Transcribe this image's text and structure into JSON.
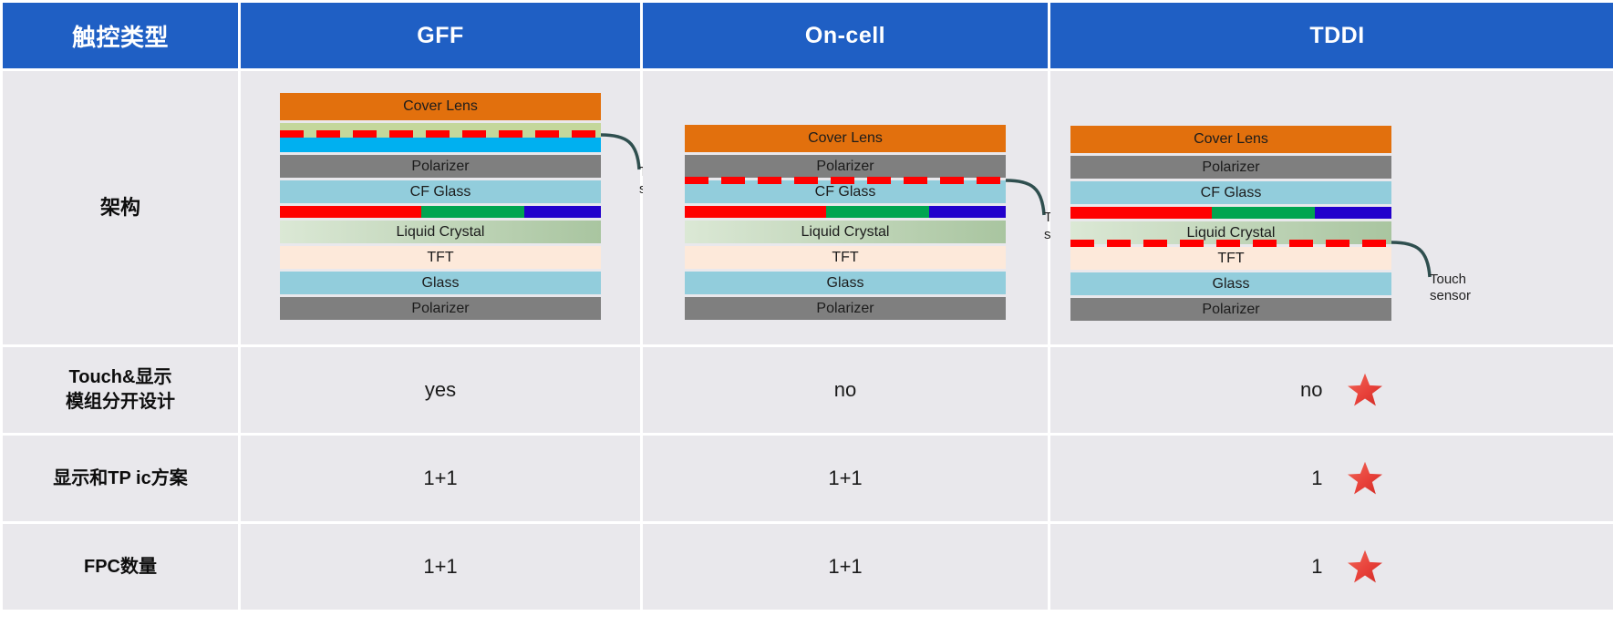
{
  "table": {
    "columns": [
      {
        "id": "rowhead",
        "label": "触控类型",
        "lang": "cn"
      },
      {
        "id": "gff",
        "label": "GFF",
        "lang": "en"
      },
      {
        "id": "oncell",
        "label": "On-cell",
        "lang": "en"
      },
      {
        "id": "tddi",
        "label": "TDDI",
        "lang": "en"
      }
    ],
    "rows": [
      {
        "id": "architecture",
        "label": "架构",
        "type": "diagram"
      },
      {
        "id": "separate-module-design",
        "label_line1": "Touch&显示",
        "label_line2": "模组分开设计",
        "type": "value",
        "values": {
          "gff": "yes",
          "oncell": "no",
          "tddi": "no"
        },
        "star": {
          "gff": false,
          "oncell": false,
          "tddi": true
        }
      },
      {
        "id": "display-and-tp-ic",
        "label_line1": "显示和TP ic方案",
        "label_line2": "",
        "type": "value",
        "values": {
          "gff": "1+1",
          "oncell": "1+1",
          "tddi": "1"
        },
        "star": {
          "gff": false,
          "oncell": false,
          "tddi": true
        }
      },
      {
        "id": "fpc-count",
        "label_line1": "FPC数量",
        "label_line2": "",
        "type": "value",
        "values": {
          "gff": "1+1",
          "oncell": "1+1",
          "tddi": "1"
        },
        "star": {
          "gff": false,
          "oncell": false,
          "tddi": true
        }
      }
    ]
  },
  "diagrams": {
    "callout_label_line1": "Touch",
    "callout_label_line2": "sensor",
    "gff": {
      "layers": [
        {
          "id": "cover-lens",
          "label": "Cover Lens"
        },
        {
          "id": "sensor-film",
          "label": ""
        },
        {
          "id": "oca-cyan",
          "label": ""
        },
        {
          "id": "polarizer",
          "label": "Polarizer"
        },
        {
          "id": "cf-glass",
          "label": "CF Glass"
        },
        {
          "id": "color-filter",
          "label": ""
        },
        {
          "id": "liquid-crystal",
          "label": "Liquid Crystal"
        },
        {
          "id": "tft",
          "label": "TFT"
        },
        {
          "id": "glass",
          "label": "Glass"
        },
        {
          "id": "polarizer-bottom",
          "label": "Polarizer"
        }
      ],
      "touch_sensor_position": "between cover lens and polarizer"
    },
    "oncell": {
      "layers": [
        {
          "id": "cover-lens",
          "label": "Cover Lens"
        },
        {
          "id": "polarizer",
          "label": "Polarizer"
        },
        {
          "id": "cf-glass",
          "label": "CF Glass"
        },
        {
          "id": "color-filter",
          "label": ""
        },
        {
          "id": "liquid-crystal",
          "label": "Liquid Crystal"
        },
        {
          "id": "tft",
          "label": "TFT"
        },
        {
          "id": "glass",
          "label": "Glass"
        },
        {
          "id": "polarizer-bottom",
          "label": "Polarizer"
        }
      ],
      "touch_sensor_position": "between polarizer and cf glass"
    },
    "tddi": {
      "layers": [
        {
          "id": "cover-lens",
          "label": "Cover Lens"
        },
        {
          "id": "polarizer",
          "label": "Polarizer"
        },
        {
          "id": "cf-glass",
          "label": "CF Glass"
        },
        {
          "id": "color-filter",
          "label": ""
        },
        {
          "id": "liquid-crystal",
          "label": "Liquid Crystal"
        },
        {
          "id": "tft",
          "label": "TFT"
        },
        {
          "id": "glass",
          "label": "Glass"
        },
        {
          "id": "polarizer-bottom",
          "label": "Polarizer"
        }
      ],
      "touch_sensor_position": "between liquid crystal and tft"
    }
  },
  "colors": {
    "header_blue": "#1f5fc4",
    "cell_gray": "#e9e8ec",
    "cover_lens_orange": "#e2700d",
    "polarizer_gray": "#7f7f7f",
    "glass_blue": "#92cddc",
    "liquid_crystal_green": "#c6d9be",
    "tft_peach": "#fde9da",
    "sensor_red": "#ff0000",
    "sensor_film_green": "#c4d79b",
    "oca_cyan": "#00b0f0",
    "star_red": "#e8413a"
  }
}
